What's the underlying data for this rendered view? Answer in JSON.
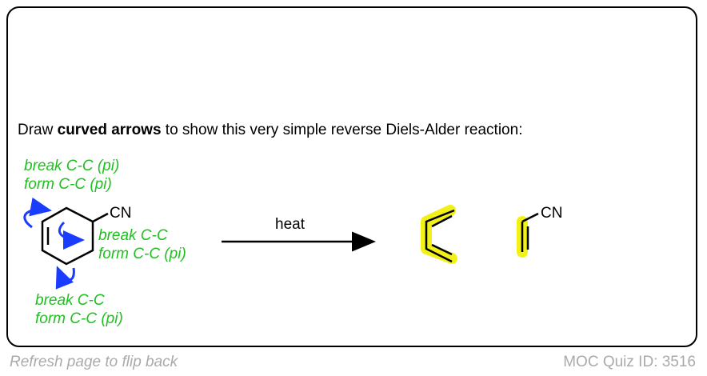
{
  "question": {
    "prefix": "Draw ",
    "bold": "curved arrows",
    "suffix": " to show this very simple reverse  Diels-Alder reaction:"
  },
  "labels": {
    "top": [
      "break C-C (pi)",
      "form C-C (pi)"
    ],
    "right": [
      "break C-C",
      "form C-C (pi)"
    ],
    "bottom": [
      "break C-C",
      "form C-C (pi)"
    ]
  },
  "reactant_substituent": "CN",
  "product_substituent": "CN",
  "arrow_label": "heat",
  "footer": {
    "refresh": "Refresh page to flip back",
    "quiz_id": "MOC Quiz ID: 3516"
  },
  "colors": {
    "label": "#1fc01f",
    "curved_arrow": "#1a3cff",
    "highlight": "#f0f000"
  }
}
